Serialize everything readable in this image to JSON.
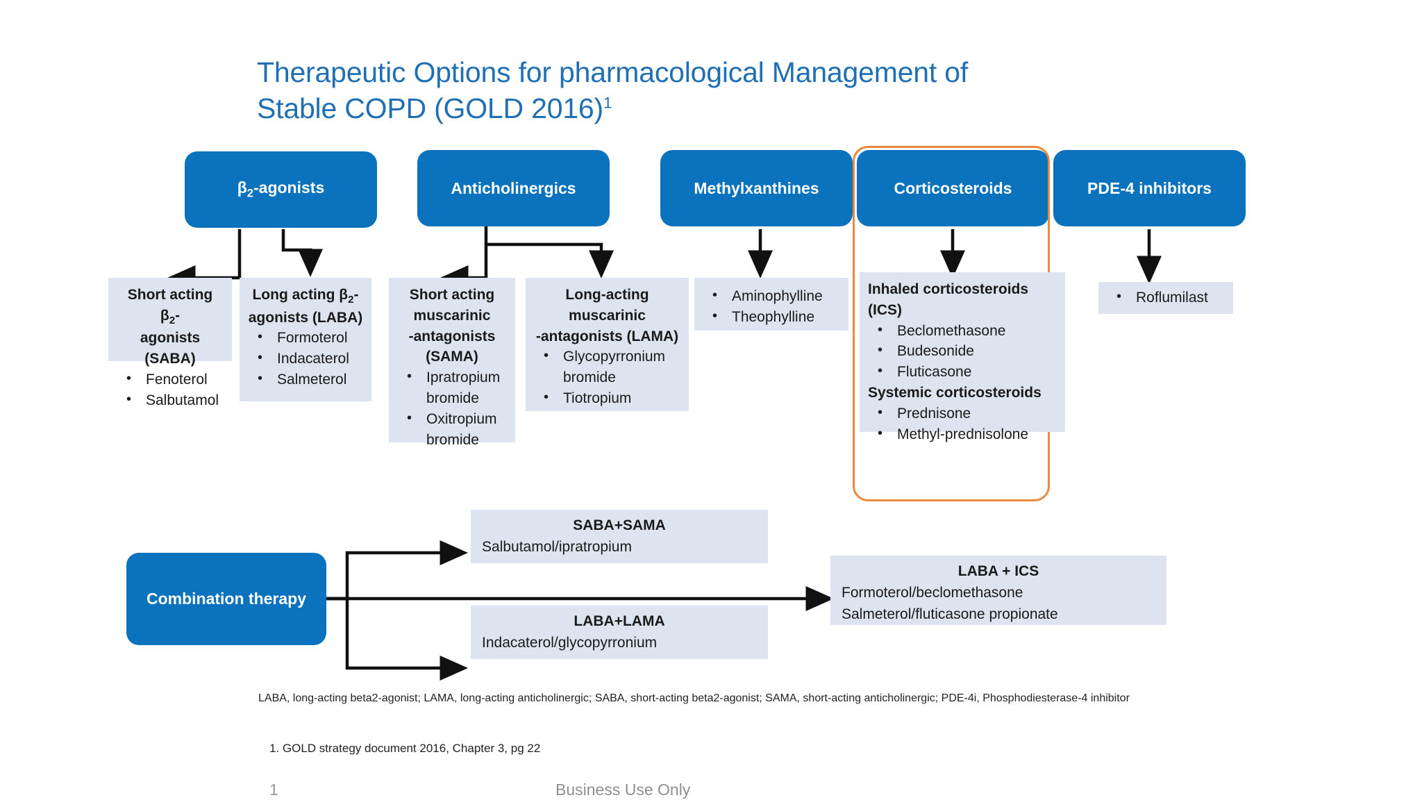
{
  "slide": {
    "title_line1": "Therapeutic Options for pharmacological Management of",
    "title_line2": "Stable COPD (GOLD 2016)",
    "title_superscript": "1"
  },
  "categories": [
    {
      "label": "β",
      "sub": "2",
      "label_rest": "-agonists",
      "name": "beta2-agonists"
    },
    {
      "label": "Anticholinergics",
      "name": "anticholinergics"
    },
    {
      "label": "Methylxanthines",
      "name": "methylxanthines"
    },
    {
      "label": "Corticosteroids",
      "name": "corticosteroids",
      "highlighted": true
    },
    {
      "label": "PDE-4 inhibitors",
      "name": "pde4-inhibitors"
    }
  ],
  "panels": {
    "saba": {
      "heading_pre": "Short acting β",
      "heading_sub": "2",
      "heading_post": "-",
      "heading_line2": "agonists (SABA)",
      "items": [
        "Fenoterol",
        "Salbutamol"
      ]
    },
    "laba": {
      "heading_pre": "Long acting β",
      "heading_sub": "2",
      "heading_post": "-",
      "heading_line2": "agonists (LABA)",
      "items": [
        "Formoterol",
        "Indacaterol",
        "Salmeterol"
      ]
    },
    "sama": {
      "heading": "Short acting muscarinic -antagonists (SAMA)",
      "heading_l1": "Short acting",
      "heading_l2": "muscarinic",
      "heading_l3": "-antagonists",
      "heading_l4": "(SAMA)",
      "items": [
        "Ipratropium bromide",
        "Oxitropium bromide"
      ]
    },
    "lama": {
      "heading_l1": "Long-acting",
      "heading_l2": "muscarinic",
      "heading_l3": "-antagonists (LAMA)",
      "items": [
        "Glycopyrronium bromide",
        "Tiotropium"
      ]
    },
    "methylxanthines": {
      "items": [
        "Aminophylline",
        "Theophylline"
      ]
    },
    "corticosteroids": {
      "heading_ics": "Inhaled corticosteroids (ICS)",
      "ics_items": [
        "Beclomethasone",
        "Budesonide",
        "Fluticasone"
      ],
      "heading_systemic": "Systemic corticosteroids",
      "systemic_items": [
        "Prednisone",
        "Methyl-prednisolone"
      ]
    },
    "pde4": {
      "items": [
        "Roflumilast"
      ]
    }
  },
  "combination": {
    "box_label": "Combination therapy",
    "saba_sama": {
      "title": "SABA+SAMA",
      "detail": "Salbutamol/ipratropium"
    },
    "laba_lama": {
      "title": "LABA+LAMA",
      "detail": "Indacaterol/glycopyrronium"
    },
    "laba_ics": {
      "title": "LABA + ICS",
      "detail1": "Formoterol/beclomethasone",
      "detail2": "Salmeterol/fluticasone propionate"
    }
  },
  "footnotes": {
    "abbreviations": "LABA, long-acting beta2-agonist; LAMA, long-acting anticholinergic; SABA, short-acting beta2-agonist; SAMA, short-acting anticholinergic; PDE-4i,  Phosphodiesterase-4 inhibitor",
    "reference": "1. GOLD strategy document 2016, Chapter 3, pg 22",
    "page_number": "1",
    "confidentiality": "Business Use Only"
  },
  "colors": {
    "brand_blue": "#0B72BE",
    "title_blue": "#1F6FB5",
    "panel_bg": "#DDE3EF",
    "highlight_orange": "#E8893E"
  }
}
